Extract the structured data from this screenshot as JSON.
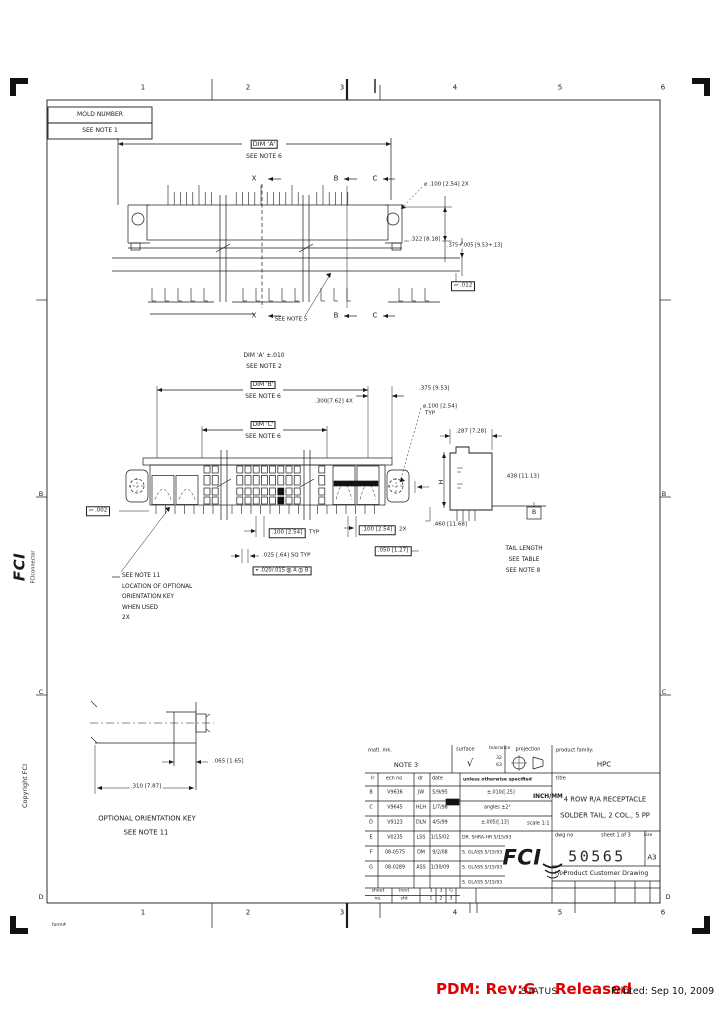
{
  "colors": {
    "ink": "#1a1a1a",
    "paper": "#ffffff",
    "status_red": "#e00000"
  },
  "pdm_bar": {
    "pdm": "PDM: Rev:G",
    "status_label": "STATUS",
    "status_value": "Released",
    "printed": "Printed: Sep 10, 2009"
  },
  "sheet": {
    "zones_top": [
      "1",
      "2",
      "3",
      "4",
      "5",
      "6"
    ],
    "zones_bottom": [
      "1",
      "2",
      "3",
      "4",
      "5",
      "6"
    ],
    "zones_left": [
      "B",
      "C",
      "D"
    ],
    "zones_right": [
      "B",
      "C",
      "D"
    ],
    "form_note": "form#"
  },
  "margin": {
    "logo": "FCI",
    "logo_sub": "FCIconnector",
    "copyright": "Copyright  FCI"
  },
  "mold_box": {
    "line1": "MOLD NUMBER",
    "line2": "SEE NOTE 1"
  },
  "annotations": {
    "tv_dim_box": "DIM 'A'",
    "tv_see6": "SEE NOTE 6",
    "tv_x1": "X",
    "tv_x2": "X",
    "tv_b1": "B",
    "tv_b2": "B",
    "tv_c1": "C",
    "tv_c2": "C",
    "tv_see5": "SEE NOTE 5",
    "tv_dia": "⌀ .100 [2.54]  2X",
    "tv_322": ".322 [8.18]",
    "tv_375": ".375+.005 [9.53+.13]",
    "tv_flat": "▱ .012",
    "fv_dima": "DIM 'A' ±.010",
    "fv_see2": "SEE NOTE 2",
    "fv_dimb": "DIM 'B'",
    "fv_see6b": "SEE NOTE 6",
    "fv_300": ".300[7.62] 4X",
    "fv_dimc": "DIM 'C'",
    "fv_see6c": "SEE NOTE 6",
    "fv_375": ".375 [9.53]",
    "fv_dia": "⌀.100 [2.54]",
    "fv_dia2": "TYP",
    "fv_flat": "▱ .002",
    "fv_100typ": ".100 [2.54]",
    "fv_100typ_sfx": "TYP",
    "fv_100_2x": ".100 [2.54]",
    "fv_100_2x_sfx": "2X",
    "fv_050": ".050 [1.27]",
    "fv_025": ".025 [.64] SQ TYP",
    "fv_fcf": "⌖ .020/.015 Ⓜ A Ⓢ B",
    "fv_n11_1": "SEE NOTE 11",
    "fv_n11_2": "LOCATION OF OPTIONAL",
    "fv_n11_3": "ORIENTATION KEY",
    "fv_n11_4": "WHEN USED",
    "fv_n11_5": "2X",
    "sv_287": ".287 [7.28]",
    "sv_438": ".438 [11.13]",
    "sv_H": "H",
    "sv_460": ".460 [11.68]",
    "sv_B": "B",
    "sv_tail1": "TAIL LENGTH",
    "sv_tail2": "SEE TABLE",
    "sv_tail3": "SEE NOTE 8",
    "kd_065": ".065 [1.65]",
    "kd_310": ".310 [7.87]",
    "kd_c1": "OPTIONAL ORIENTATION KEY",
    "kd_c2": "SEE NOTE 11"
  },
  "title_block": {
    "matl_label": "matl. mk.",
    "matl_value": "NOTE 3",
    "surface_label": "surface",
    "finish_mark": "√",
    "tolerance_label": "tolerance",
    "finish_1": "32",
    "finish_2": "63",
    "projection_label": "projection",
    "product_family_label": "product family:",
    "product_family": "HPC",
    "title_label": "title",
    "title_line1": "4 ROW R/A RECEPTACLE",
    "title_line2": "SOLDER TAIL, 2 COL., 5 PP",
    "header": {
      "lr": "lr",
      "ecn": "ecn no",
      "dr": "dr",
      "date": "date",
      "unless": "unless otherwise specified"
    },
    "revisions": [
      [
        "B",
        "V9636",
        "JW",
        "5/9/95"
      ],
      [
        "C",
        "V9645",
        "HLH",
        "1/7/98"
      ],
      [
        "D",
        "V9123",
        "DLN",
        "4/5/99"
      ],
      [
        "E",
        "V0235",
        "LSS",
        "1/15/02"
      ],
      [
        "F",
        "08-0575",
        "DM",
        "9/2/08"
      ],
      [
        "G",
        "08-0289",
        "ASS",
        "1/30/09"
      ]
    ],
    "tolerances": {
      "tol1": "±.010/[.25]",
      "units": "INCH/MM",
      "tol2": "angles ±2°",
      "tol3": "±.005/[.13]",
      "scale": "scale  1:1"
    },
    "approvals": [
      "DR. SHRA-HR 5/15/93",
      "S. GLASS 5/15/93",
      "S. GLASS 5/15/93",
      "S. GLASS 5/15/93"
    ],
    "logo": "FCI",
    "dwg_no_label": "dwg no",
    "sheet_label": "sheet 1 of 3",
    "size_label": "size",
    "dwg_no": "50565",
    "size": "A3",
    "type_label": "type",
    "type_value": "Product Customer Drawing",
    "status_strip": {
      "r1": [
        "sheet",
        "(rev)",
        "3",
        "3",
        "G"
      ],
      "r2": [
        "no.",
        "sht",
        "1",
        "2",
        "3"
      ]
    }
  }
}
